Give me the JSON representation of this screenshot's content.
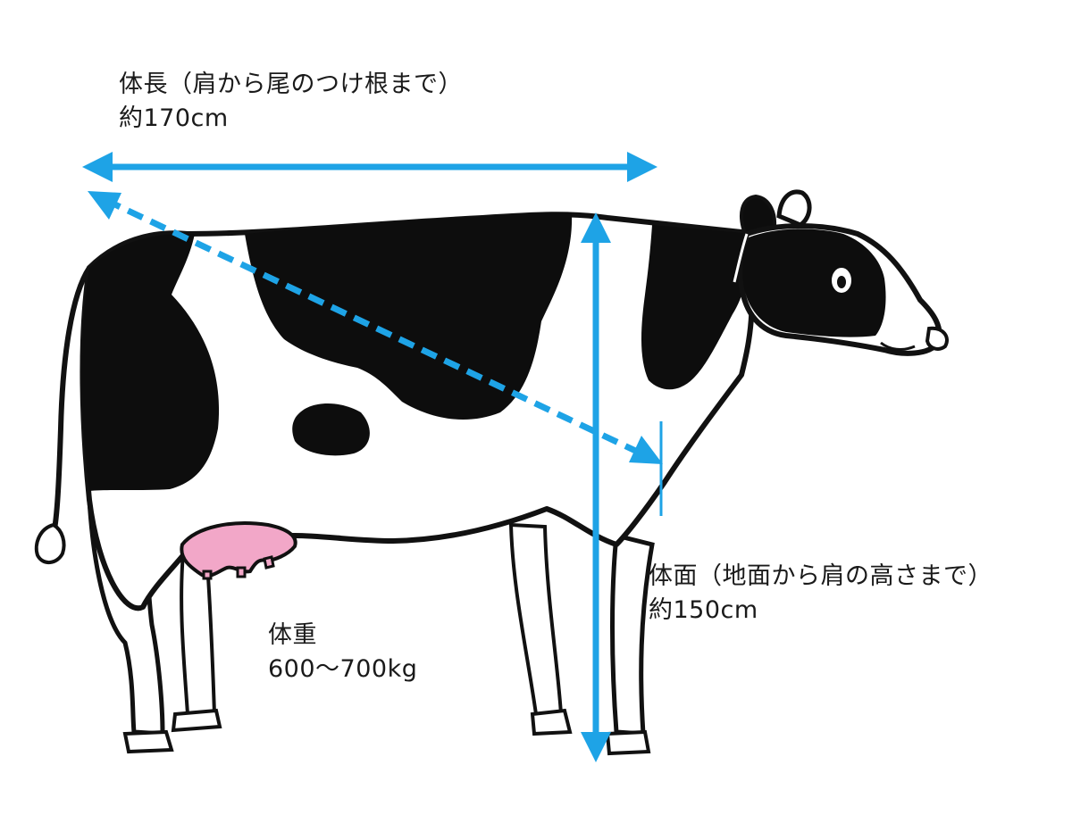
{
  "body_length": {
    "title": "体長（肩から尾のつけ根まで）",
    "value": "約170cm"
  },
  "body_height": {
    "title": "体面（地面から肩の高さまで）",
    "value": "約150cm"
  },
  "body_weight": {
    "title": "体重",
    "value": "600〜700kg"
  },
  "colors": {
    "arrow": "#1ea3e6",
    "udder": "#f2a7c8",
    "outline": "#111111",
    "patch": "#0d0d0d"
  },
  "icons": [
    "cow-illustration",
    "double-arrow"
  ]
}
